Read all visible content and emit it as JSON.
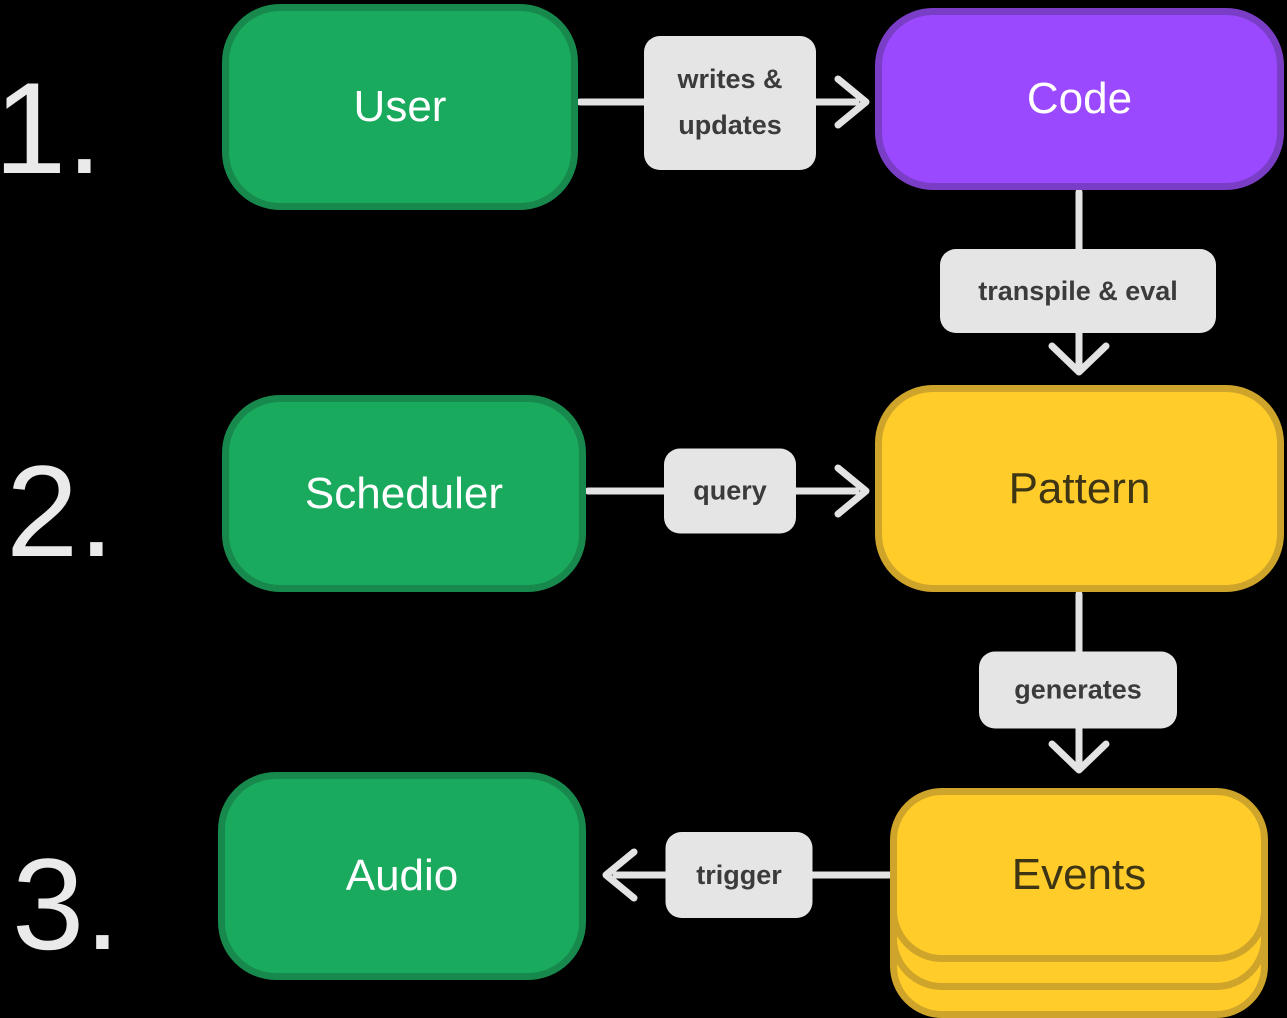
{
  "colors": {
    "background": "#000000",
    "green_fill": "#1aaa5e",
    "green_border": "#18894d",
    "purple_fill": "#9a49ff",
    "purple_border": "#7a3ec6",
    "yellow_fill": "#ffcc2a",
    "yellow_border": "#cea42a",
    "label_bg": "#e5e5e5",
    "label_text": "#3b3b3b",
    "arrow": "#e3e3e3",
    "number_text": "#eaeaea",
    "node_text_light": "#ffffff",
    "node_text_dark": "#3e3514"
  },
  "steps": [
    {
      "label": "1."
    },
    {
      "label": "2."
    },
    {
      "label": "3."
    }
  ],
  "nodes": {
    "user": {
      "label": "User"
    },
    "code": {
      "label": "Code"
    },
    "scheduler": {
      "label": "Scheduler"
    },
    "pattern": {
      "label": "Pattern"
    },
    "audio": {
      "label": "Audio"
    },
    "events": {
      "label": "Events"
    }
  },
  "edge_labels": {
    "writes_updates": "writes & updates",
    "transpile_eval": "transpile & eval",
    "query": "query",
    "generates": "generates",
    "trigger": "trigger"
  }
}
